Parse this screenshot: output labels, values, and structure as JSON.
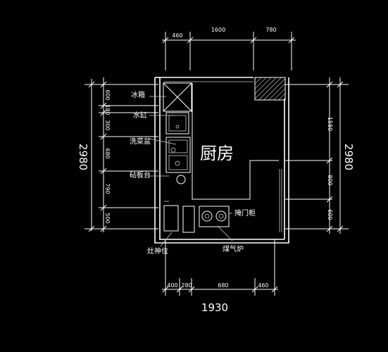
{
  "room_label": "厨房",
  "dimensions": {
    "top": [
      "460",
      "1600",
      "780"
    ],
    "bottom": [
      "400",
      "280",
      "680",
      "460"
    ],
    "bottom_total": "1930",
    "left_segments": [
      "600",
      "180",
      "300",
      "680",
      "790",
      "500"
    ],
    "left_total": "2980",
    "right_segments": [
      "1580",
      "800",
      "600"
    ],
    "right_total": "2980"
  },
  "labels": {
    "fridge": "冰箱",
    "water_tank": "水缸",
    "sink": "洗菜盆",
    "cutting_board": "砧板台",
    "stove_position": "灶神位",
    "gas_stove": "煤气炉",
    "swing_cabinet": "掩门柜"
  }
}
